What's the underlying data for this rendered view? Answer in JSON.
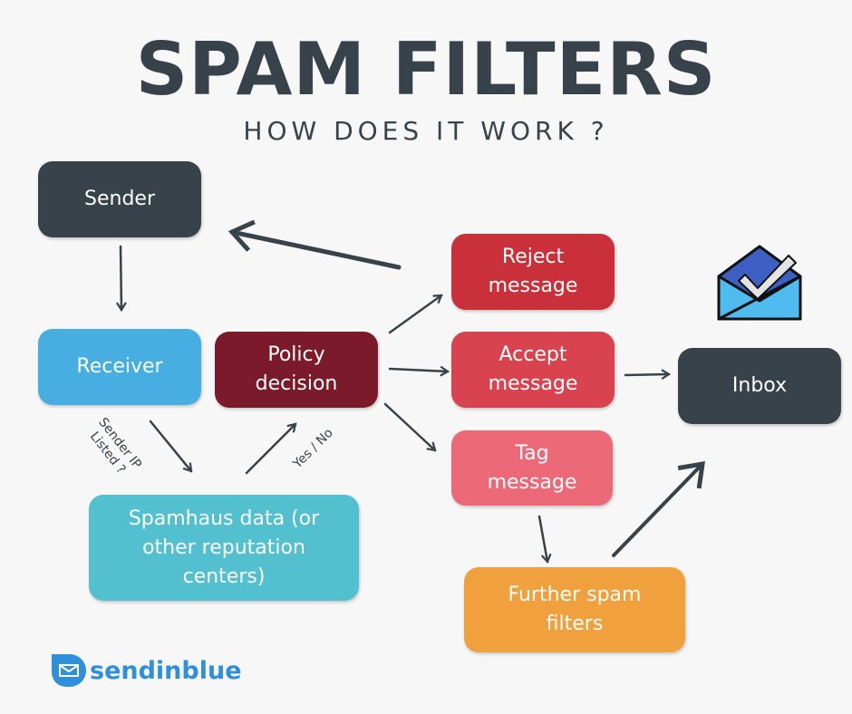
{
  "title": "SPAM FILTERS",
  "subtitle": "HOW DOES IT WORK ?",
  "nodes": {
    "sender": "Sender",
    "receiver": "Receiver",
    "policy": "Policy decision",
    "spamhaus": "Spamhaus data (or other reputation centers)",
    "reject": "Reject message",
    "accept": "Accept message",
    "tag": "Tag message",
    "further": "Further spam filters",
    "inbox": "Inbox"
  },
  "edge_labels": {
    "sender_ip": "Sender IP Listed ?",
    "yes_no": "Yes / No"
  },
  "logo": "sendinblue",
  "colors": {
    "dark": "#37424a",
    "receiver": "#47aee2",
    "policy": "#7a1a2a",
    "spamhaus": "#52c0cf",
    "reject": "#c9303a",
    "accept": "#d9434f",
    "tag": "#ec6a78",
    "further": "#f0a03c",
    "brand": "#2f8fdb"
  }
}
